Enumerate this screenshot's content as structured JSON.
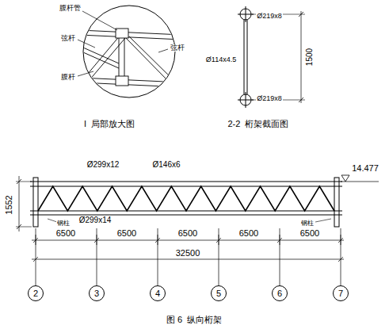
{
  "diagram": {
    "caption": "图 6  纵向桁架",
    "nodes": [
      {
        "text": [
          "2"
        ]
      },
      {
        "text": [
          "3"
        ]
      },
      {
        "text": [
          "4"
        ]
      },
      {
        "text": [
          "5"
        ]
      },
      {
        "text": [
          "6"
        ]
      },
      {
        "text": [
          "7"
        ]
      }
    ],
    "labels": [
      "腹杆管",
      "弦杆",
      "腹杆",
      "弦杆",
      "I  局部放大图",
      "Ø219x8",
      "Ø114x4.5",
      "Ø219x8",
      "1500",
      "2-2  桁架截面图",
      "Ø299x12",
      "Ø146x6",
      "14.477",
      "1552",
      "Ø299x14",
      "钢柱",
      "钢柱",
      "6500",
      "6500",
      "6500",
      "6500",
      "6500",
      "32500"
    ]
  }
}
